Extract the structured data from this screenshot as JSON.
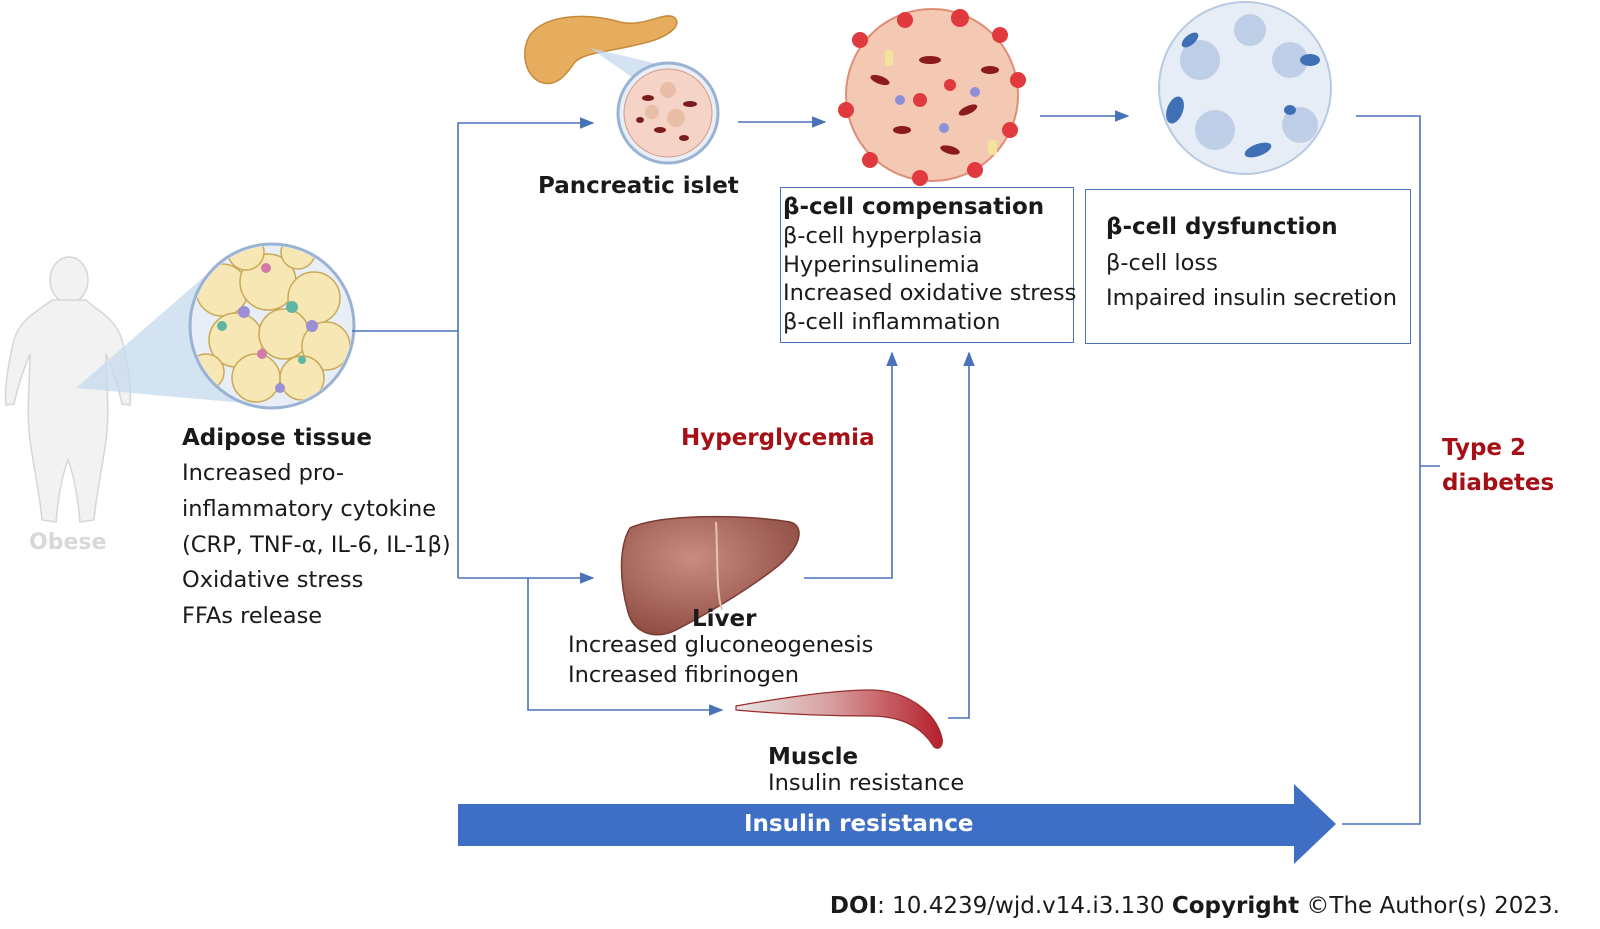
{
  "obese_label": "Obese",
  "adipose": {
    "title": "Adipose tissue",
    "lines": [
      "Increased pro-",
      "inflammatory cytokine",
      "(CRP, TNF-α, IL-6, IL-1β)",
      "Oxidative stress",
      "FFAs release"
    ]
  },
  "pancreatic_islet_label": "Pancreatic islet",
  "compensation": {
    "title": "β-cell compensation",
    "lines": [
      "β-cell hyperplasia",
      "Hyperinsulinemia",
      "Increased oxidative stress",
      "β-cell inflammation"
    ]
  },
  "dysfunction": {
    "title": "β-cell dysfunction",
    "lines": [
      "β-cell loss",
      "Impaired insulin secretion"
    ]
  },
  "hyperglycemia_label": "Hyperglycemia",
  "liver": {
    "title": "Liver",
    "lines": [
      "Increased gluconeogenesis",
      "Increased fibrinogen"
    ]
  },
  "muscle": {
    "title": "Muscle",
    "lines": [
      "Insulin resistance"
    ]
  },
  "insulin_resistance_arrow_label": "Insulin resistance",
  "type2_diabetes": [
    "Type 2",
    "diabetes"
  ],
  "footer": {
    "doi_label": "DOI",
    "doi_value": ": 10.4239/wjd.v14.i3.130 ",
    "copyright_label": "Copyright",
    "copyright_value": " ©The Author(s) 2023."
  },
  "colors": {
    "connector": "#4a72b8",
    "big_arrow": "#3f6fc4",
    "accent_red": "#a50f15"
  }
}
